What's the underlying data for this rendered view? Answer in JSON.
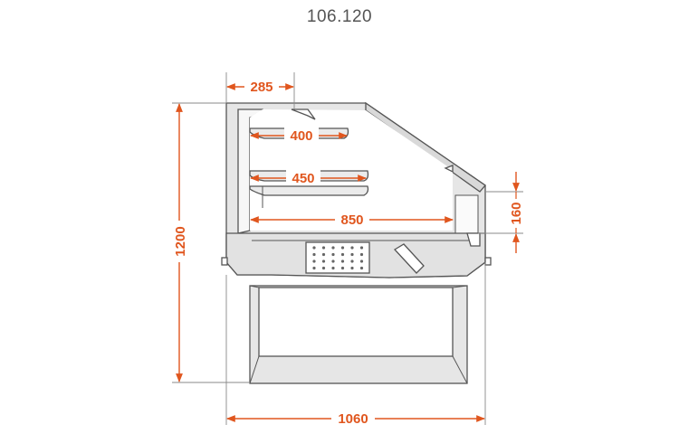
{
  "title": "106.120",
  "colors": {
    "dimension": "#e0561e",
    "outline": "#555555",
    "fill": "#e4e4e4",
    "glass": "#f4f4f4"
  },
  "dimensions": {
    "d285": "285",
    "d400": "400",
    "d450": "450",
    "d850": "850",
    "d160": "160",
    "d1200": "1200",
    "d1060": "1060"
  }
}
